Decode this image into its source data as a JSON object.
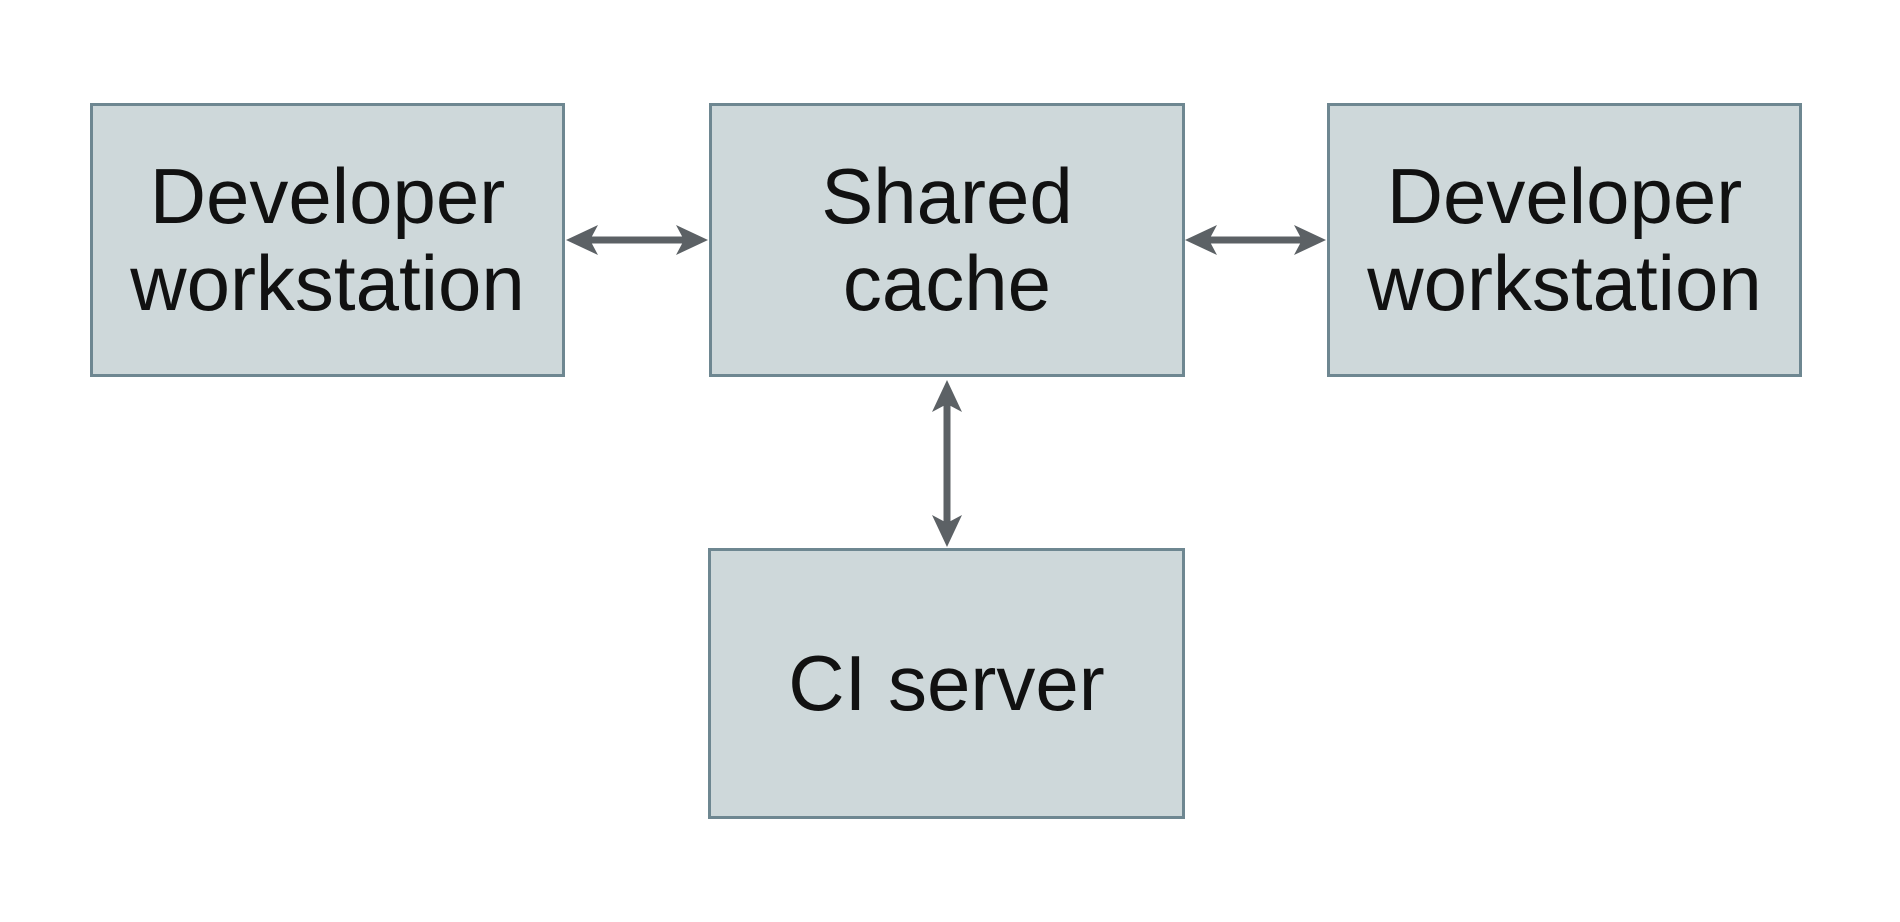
{
  "diagram": {
    "type": "architecture-diagram",
    "description": "Remote shared cache diagram: two developer workstations and a CI server connected bidirectionally to a shared cache",
    "nodes": [
      {
        "id": "developer-workstation-left",
        "lines": [
          "Developer",
          "workstation"
        ]
      },
      {
        "id": "shared-cache",
        "lines": [
          "Shared",
          "cache"
        ]
      },
      {
        "id": "developer-workstation-right",
        "lines": [
          "Developer",
          "workstation"
        ]
      },
      {
        "id": "ci-server",
        "lines": [
          "CI server"
        ]
      }
    ],
    "edges": [
      {
        "from": "developer-workstation-left",
        "to": "shared-cache",
        "direction": "bidirectional",
        "orientation": "horizontal"
      },
      {
        "from": "shared-cache",
        "to": "developer-workstation-right",
        "direction": "bidirectional",
        "orientation": "horizontal"
      },
      {
        "from": "shared-cache",
        "to": "ci-server",
        "direction": "bidirectional",
        "orientation": "vertical"
      }
    ],
    "colors": {
      "background": "#ffffff",
      "node_fill": "#ced8da",
      "node_border": "#6e8791",
      "arrow": "#5c6165",
      "text": "#111111"
    }
  }
}
